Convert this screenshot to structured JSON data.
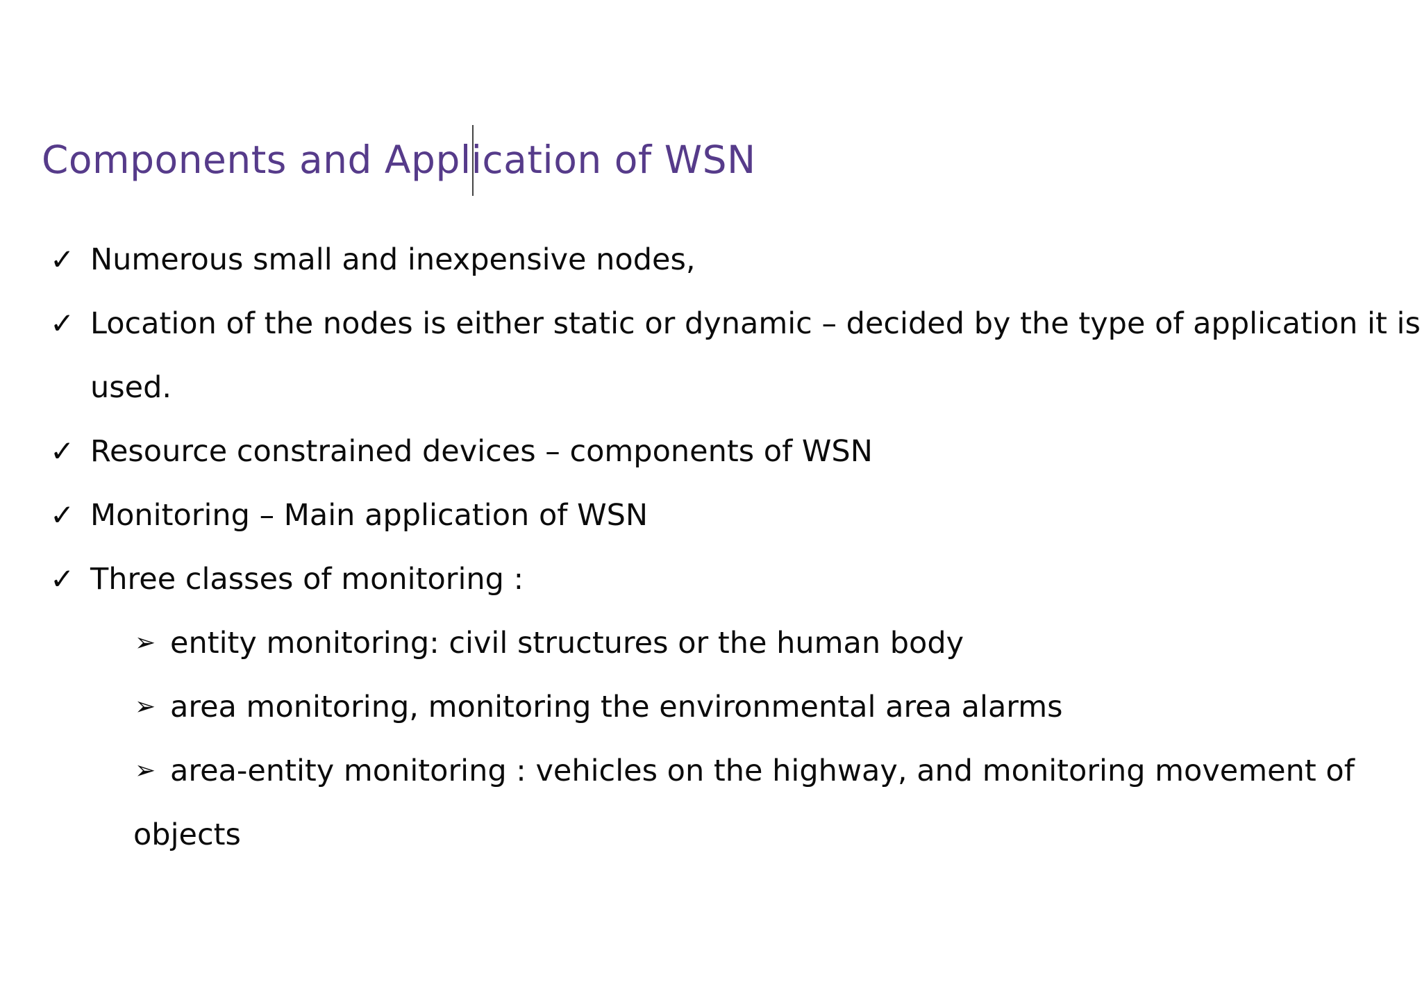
{
  "document": {
    "title": "Components and Application of WSN",
    "check_glyph": "✓",
    "arrow_glyph": "➢",
    "items": [
      "Numerous small and inexpensive nodes,",
      "Location of the nodes is either static or dynamic – decided by the type of application it is",
      "used.",
      "Resource constrained devices – components of WSN",
      "Monitoring – Main application of WSN",
      "Three classes of monitoring :"
    ],
    "subitems": [
      "entity monitoring: civil structures or the human body",
      "area monitoring, monitoring the environmental area alarms",
      "area-entity monitoring : vehicles on the highway, and monitoring movement of",
      "objects"
    ]
  },
  "colors": {
    "title": "#563b8a",
    "text": "#0b0b0b"
  },
  "icons": {
    "bullet_level1": "check-mark-icon",
    "bullet_level2": "arrowhead-icon"
  }
}
